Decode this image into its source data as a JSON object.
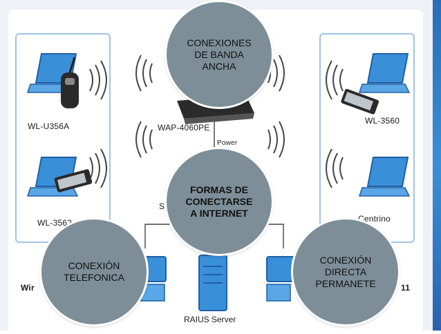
{
  "devices": {
    "left_top": "WL-U356A",
    "left_bottom": "WL-3562",
    "right_top": "WL-3560",
    "right_bottom": "Centrino",
    "access_point": "WAP-4060PE",
    "power": "Power",
    "switch_partial": "Sv",
    "server": "RAIUS Server",
    "wireless_partial": "Wir",
    "right_partial": "11"
  },
  "circles": {
    "center": "FORMAS DE\nCONECTARSE\nA INTERNET",
    "top": "CONEXIONES\nDE BANDA\nANCHA",
    "left": "CONEXIÓN\nTELEFONICA",
    "right": "CONEXIÓN\nDIRECTA\nPERMANETE"
  },
  "colors": {
    "circle_fill": "#7d8e98",
    "panel_border": "#9fc3e6",
    "laptop_blue": "#3a8fd9"
  }
}
